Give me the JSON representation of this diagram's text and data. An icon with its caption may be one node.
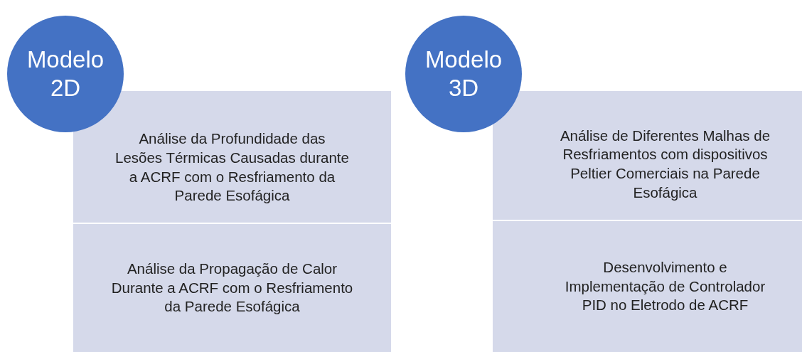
{
  "diagram": {
    "nodes": [
      {
        "text": [
          "Modelo 2D"
        ]
      },
      {
        "text": [
          "Análise da Profundidade das Lesões Térmicas Causadas durante a ACRF com o Resfriamento da Parede Esofágica"
        ]
      },
      {
        "text": [
          "Análise da Propagação de Calor Durante a ACRF com o Resfriamento da Parede Esofágica"
        ]
      },
      {
        "text": [
          "Modelo 3D"
        ]
      },
      {
        "text": [
          "Análise de Diferentes Malhas de Resfriamentos com dispositivos Peltier Comerciais na Parede Esofágica"
        ]
      },
      {
        "text": [
          "Desenvolvimento e Implementação de Controlador PID no Eletrodo de ACRF"
        ]
      }
    ]
  }
}
